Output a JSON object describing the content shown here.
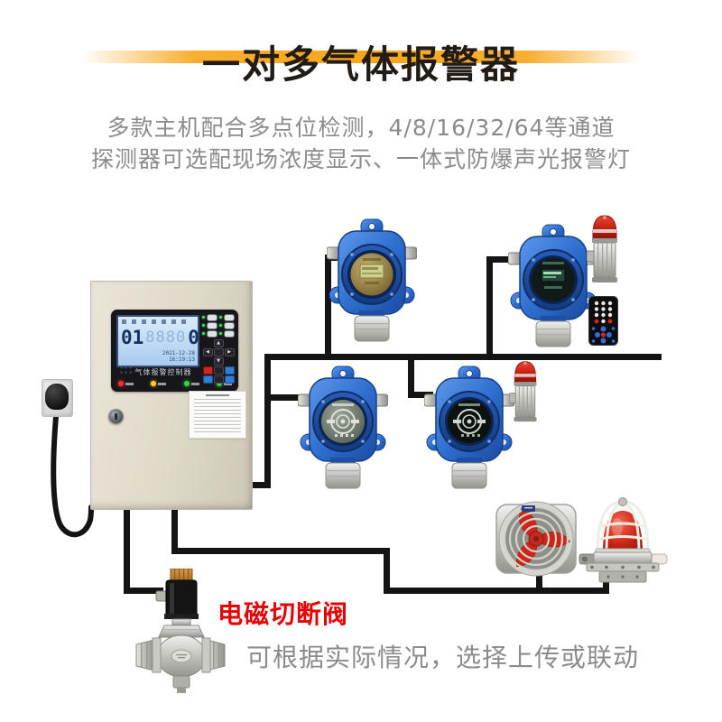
{
  "page": {
    "background": "#ffffff",
    "wire_color": "#141414"
  },
  "header": {
    "title": "一对多气体报警器",
    "title_color": "#221b16",
    "stripe_color": "#f8a61b",
    "subtitle1": "多款主机配合多点位检测，4/8/16/32/64等通道",
    "subtitle2": "探测器可选配现场浓度显示、一体式防爆声光报警灯",
    "subtitle_color": "#8b8b8b"
  },
  "controller": {
    "panel_label": "气体报警控制器",
    "lcd": {
      "channel": "01",
      "ghost": "8880",
      "value": "0",
      "date": "2021-12-28",
      "time": "16:19:13"
    },
    "led_colors": [
      "#ff2f2f",
      "#ffcf26",
      "#37d441",
      "#37d441"
    ],
    "body_color": "#ded9c9"
  },
  "devices": {
    "detector_blue": "#2e6fd0",
    "icons": {
      "detector_lcd": "gas-detector-with-display",
      "detector_dial": "gas-detector-with-dial",
      "alarm_beacon": "sound-light-alarm-beacon",
      "remote": "remote-control",
      "fan": "explosion-proof-fan",
      "caged_lamp": "explosion-proof-alarm-lamp",
      "valve": "solenoid-cutoff-valve",
      "plug": "power-plug-socket"
    }
  },
  "valve_label": {
    "text": "电磁切断阀",
    "color": "#e60202"
  },
  "footer": {
    "text": "可根据实际情况，选择上传或联动",
    "color": "#8b8b8b"
  }
}
